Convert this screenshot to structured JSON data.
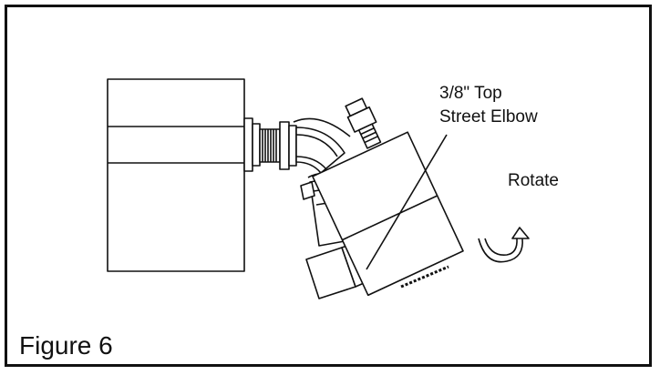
{
  "figure": {
    "caption": "Figure 6",
    "callout": {
      "line1": "3/8\" Top",
      "line2": "Street Elbow"
    },
    "rotate_label": "Rotate"
  },
  "colors": {
    "ink": "#111111",
    "paper": "#ffffff",
    "shade": "#e8e8e8"
  }
}
